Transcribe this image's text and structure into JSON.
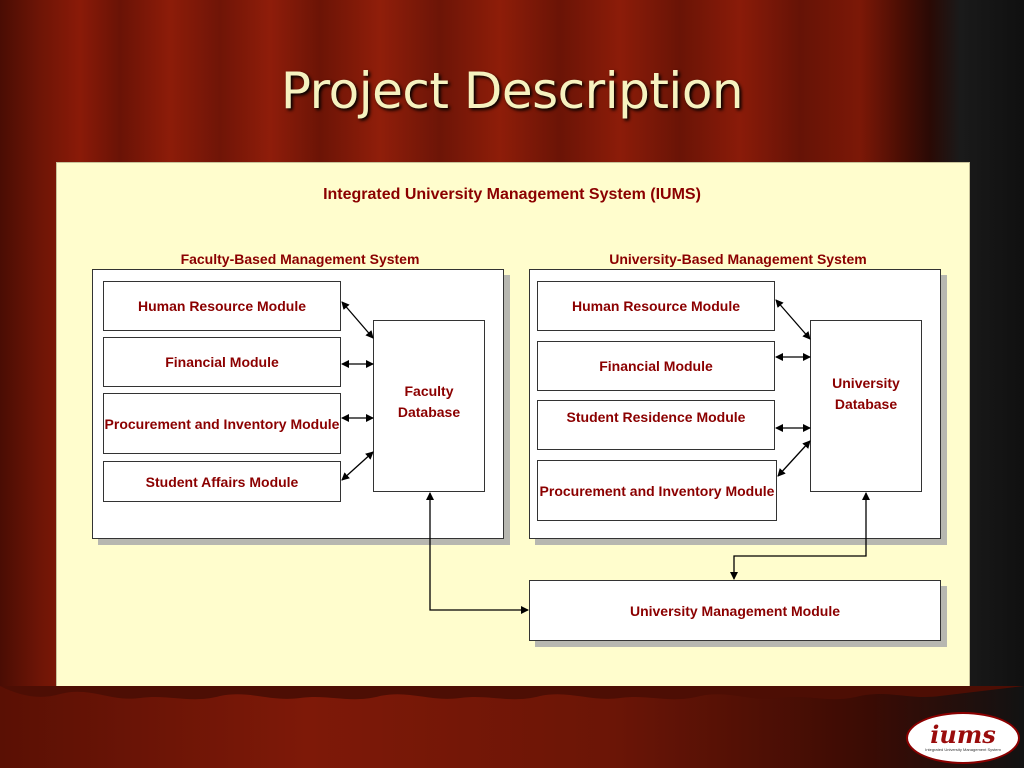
{
  "slide": {
    "title": "Project Description"
  },
  "diagram": {
    "title": "Integrated University Management System (IUMS)",
    "faculty": {
      "label": "Faculty-Based Management System",
      "modules": [
        "Human Resource Module",
        "Financial Module",
        "Procurement and Inventory Module",
        "Student Affairs Module"
      ],
      "database": "Faculty Database"
    },
    "university": {
      "label": "University-Based Management System",
      "modules": [
        "Human Resource Module",
        "Financial Module",
        "Student Residence Module",
        "Procurement and Inventory Module"
      ],
      "database": "University Database"
    },
    "management_module": "University Management Module"
  },
  "logo": {
    "text": "iums",
    "subtitle": "Integrated University Management System"
  },
  "colors": {
    "heading_text": "#f6f2c0",
    "diagram_text": "#8b0000",
    "panel_bg": "#fffdcd"
  }
}
